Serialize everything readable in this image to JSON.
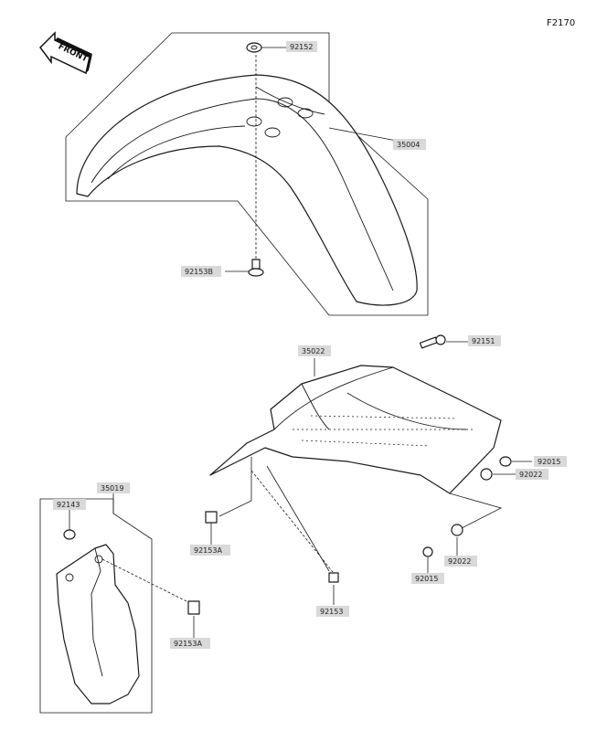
{
  "page_code": "F2170",
  "front_arrow_label": "FRONT",
  "parts": {
    "p92152": "92152",
    "p35004": "35004",
    "p92153B": "92153B",
    "p35022": "35022",
    "p92151": "92151",
    "p92015": "92015",
    "p92022a": "92022",
    "p92022b": "92022",
    "p92015b": "92015",
    "p92153": "92153",
    "p92153A_a": "92153A",
    "p35019": "35019",
    "p92143": "92143",
    "p92153A_b": "92153A"
  }
}
